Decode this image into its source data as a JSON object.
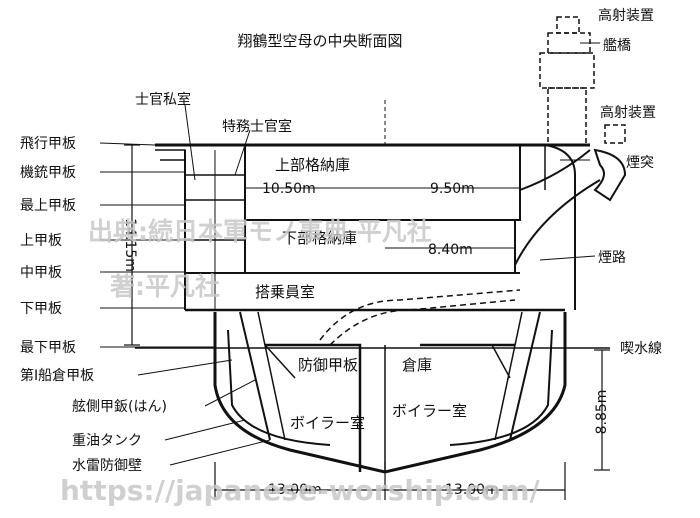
{
  "title": "翔鶴型空母の中央断面図",
  "left_labels": {
    "shikan_shitsu": "士官私室",
    "tokumu_shitsu": "特務士官室",
    "hikou_kanpan": "飛行甲板",
    "kijuu_kanpan": "機銃甲板",
    "saijou_kanpan": "最上甲板",
    "jou_kanpan": "上甲板",
    "chuu_kanpan": "中甲板",
    "ge_kanpan": "下甲板",
    "saige_kanpan": "最下甲板",
    "dai1_funagura": "第Ⅰ船倉甲板",
    "gensoku_kouhan": "舷側甲鈑(はん)",
    "juuyu_tank": "重油タンク",
    "gyorai_bougyo": "水雷防御壁"
  },
  "interior_labels": {
    "upper_hangar": "上部格納庫",
    "lower_hangar": "下部格納庫",
    "crew_room": "搭乗員室",
    "armor_deck": "防御甲板",
    "storage": "倉庫",
    "boiler_left": "ボイラー室",
    "boiler_right": "ボイラー室"
  },
  "right_labels": {
    "hi_angle_top": "高射装置",
    "bridge": "艦橋",
    "hi_angle_mid": "高射装置",
    "funnel": "煙突",
    "flue": "煙路",
    "draft": "喫水線"
  },
  "dimensions": {
    "upper_left_width": "10.50m",
    "upper_right_width": "9.50m",
    "lower_right_width": "8.40m",
    "height": "14.15m",
    "draft_depth": "8.85m",
    "bottom_left_width": "13.00m",
    "bottom_right_width": "13.00m"
  },
  "watermarks": {
    "source": "出典:続日本軍モノ事典 平凡社",
    "author": "著:平凡社",
    "url": "https://japanese-worship.com/"
  }
}
